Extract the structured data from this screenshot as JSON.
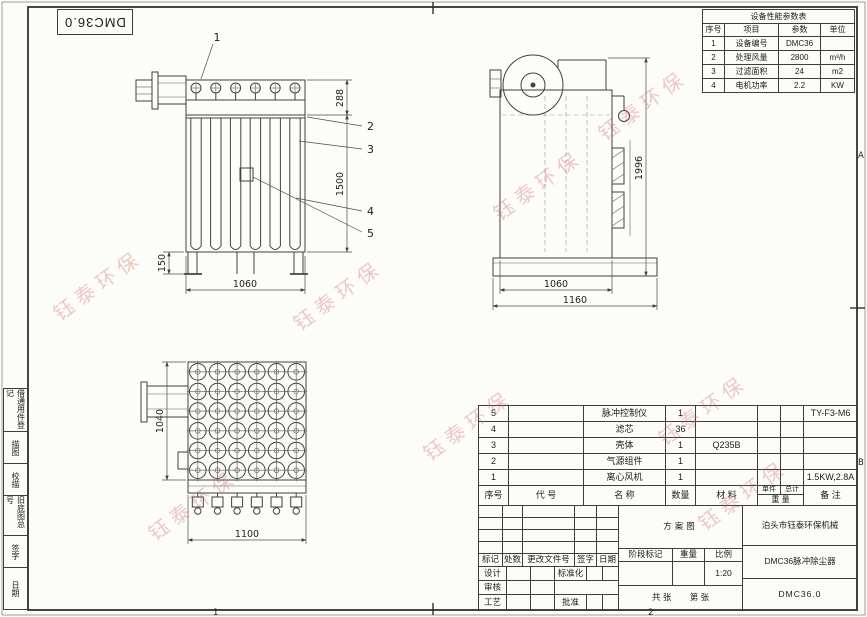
{
  "sheet": {
    "stamp_text": "DMC36.0",
    "watermark": "钰泰环保",
    "zones": {
      "a": "A",
      "b": "B",
      "n1": "1",
      "n2": "2"
    }
  },
  "params_table": {
    "title": "设备性能参数表",
    "headers": [
      "序号",
      "项目",
      "参数",
      "单位"
    ],
    "rows": [
      [
        "1",
        "设备编号",
        "DMC36",
        ""
      ],
      [
        "2",
        "处理风量",
        "2800",
        "m³/h"
      ],
      [
        "3",
        "过滤面积",
        "24",
        "m2"
      ],
      [
        "4",
        "电机功率",
        "2.2",
        "KW"
      ]
    ]
  },
  "left_column": [
    "借通用件登记",
    "描图",
    "校描",
    "旧底图总号",
    "签字",
    "日期"
  ],
  "bom": {
    "headers": {
      "no": "序号",
      "code": "代  号",
      "name": "名  称",
      "qty": "数量",
      "material": "材  料",
      "unit": "单件",
      "total": "总计",
      "weight": "重  量",
      "remark": "备  注"
    },
    "rows": [
      {
        "no": "5",
        "code": "",
        "name": "脉冲控制仪",
        "qty": "1",
        "material": "",
        "unit": "",
        "total": "",
        "remark": "TY-F3-M6"
      },
      {
        "no": "4",
        "code": "",
        "name": "滤芯",
        "qty": "36",
        "material": "",
        "unit": "",
        "total": "",
        "remark": ""
      },
      {
        "no": "3",
        "code": "",
        "name": "壳体",
        "qty": "1",
        "material": "Q235B",
        "unit": "",
        "total": "",
        "remark": ""
      },
      {
        "no": "2",
        "code": "",
        "name": "气源组件",
        "qty": "1",
        "material": "",
        "unit": "",
        "total": "",
        "remark": ""
      },
      {
        "no": "1",
        "code": "",
        "name": "离心风机",
        "qty": "1",
        "material": "",
        "unit": "",
        "total": "",
        "remark": "1.5KW,2.8A"
      }
    ]
  },
  "title_block": {
    "scheme_label": "方案图",
    "company": "泊头市钰泰环保机械",
    "product": "DMC36脉冲除尘器",
    "drawing_no": "DMC36.0",
    "rev_headers": [
      "标记",
      "处数",
      "更改文件号",
      "签字",
      "日期"
    ],
    "role_design": "设计",
    "role_check": "审核",
    "role_process": "工艺",
    "role_standard": "标准化",
    "role_approve": "批准",
    "stage_label": "阶段标记",
    "weight_label": "重量",
    "scale_label": "比例",
    "scale_value": "1:20",
    "sheet_total": "共  张",
    "sheet_no": "第  张"
  },
  "drawing": {
    "front": {
      "dim_plenum": "288",
      "dim_body": "1500",
      "dim_legs": "150",
      "dim_width": "1060",
      "callouts": [
        "1",
        "2",
        "3",
        "4",
        "5"
      ]
    },
    "side": {
      "dim_height": "1996",
      "dim_width": "1060",
      "dim_base": "1160"
    },
    "top": {
      "dim_depth": "1040",
      "dim_width": "1100"
    }
  }
}
